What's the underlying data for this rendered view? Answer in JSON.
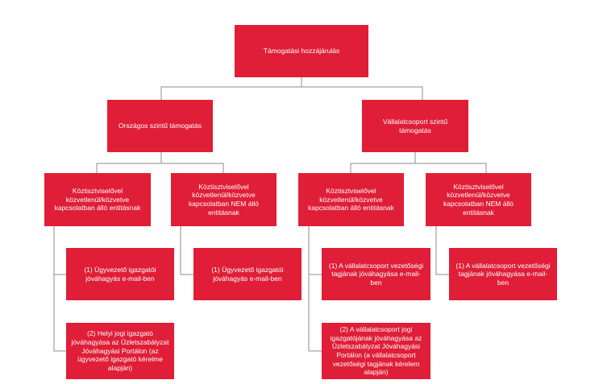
{
  "nodes": {
    "root": "Támogatási hozzájárulás",
    "national": "Országos szintű támogatás",
    "group": "Vállalatcsoport szintű támogatás",
    "nat_related": "Köztisztviselővel közvetlenül/közvetve kapcsolatban álló entitásnak",
    "nat_unrelated": "Köztisztviselővel közvetlenül/közvetve kapcsolatban NEM álló entitásnak",
    "grp_related": "Köztisztviselővel közvetlenül/közvetve kapcsolatban álló entitásnak",
    "grp_unrelated": "Köztisztviselővel közvetlenül/közvetve kapcsolatban NEM álló entitásnak",
    "nat_related_step1": "(1) Ügyvezető igazgatói jóváhagyás e-mail-ben",
    "nat_related_step2": "(2) Helyi jogi igazgató jóváhagyása az Üzletszabályzat Jóváhagyási Portálon (az ügyvezető igazgató kérelme alapján)",
    "nat_unrelated_step1": "(1) Ügyvezető igazgatói jóváhagyás e-mail-ben",
    "grp_related_step1": "(1) A vállalatcsoport vezetőségi tagjának jóváhagyása e-mail-ben",
    "grp_related_step2": "(2) A vállalatcsoport jogi igazgatójának jóváhagyása az Üzletszabályzat Jóváhagyási Portálon (a vállalatcsoport vezetőségi tagjának kérelem alapján)",
    "grp_unrelated_step1": "(1) A vállalatcsoport vezetőségi tagjának jóváhagyása e-mail-ben"
  },
  "colors": {
    "node_fill": "#e01e37",
    "node_text": "#ffffff",
    "connector": "#8c8c8c"
  }
}
